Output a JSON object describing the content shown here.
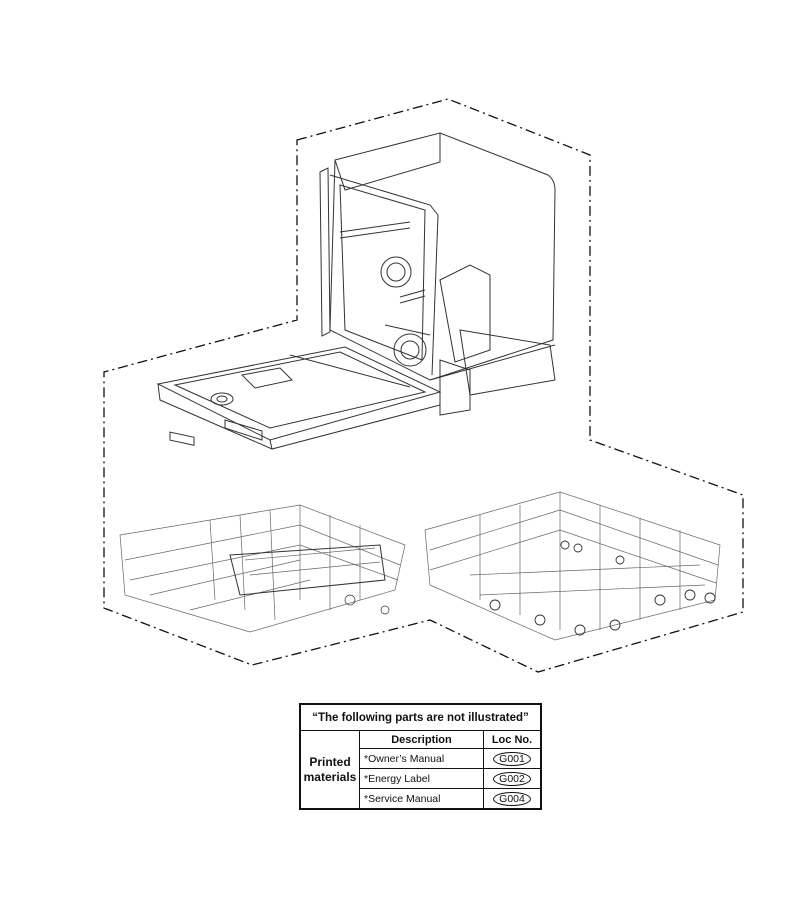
{
  "table": {
    "caption": "“The following parts are not illustrated”",
    "headers": {
      "description": "Description",
      "loc_no": "Loc No."
    },
    "group_label_line1": "Printed",
    "group_label_line2": "materials",
    "rows": [
      {
        "description": "*Owner’s Manual",
        "loc": "G001"
      },
      {
        "description": "*Energy Label",
        "loc": "G002"
      },
      {
        "description": "*Service Manual",
        "loc": "G004"
      }
    ]
  }
}
